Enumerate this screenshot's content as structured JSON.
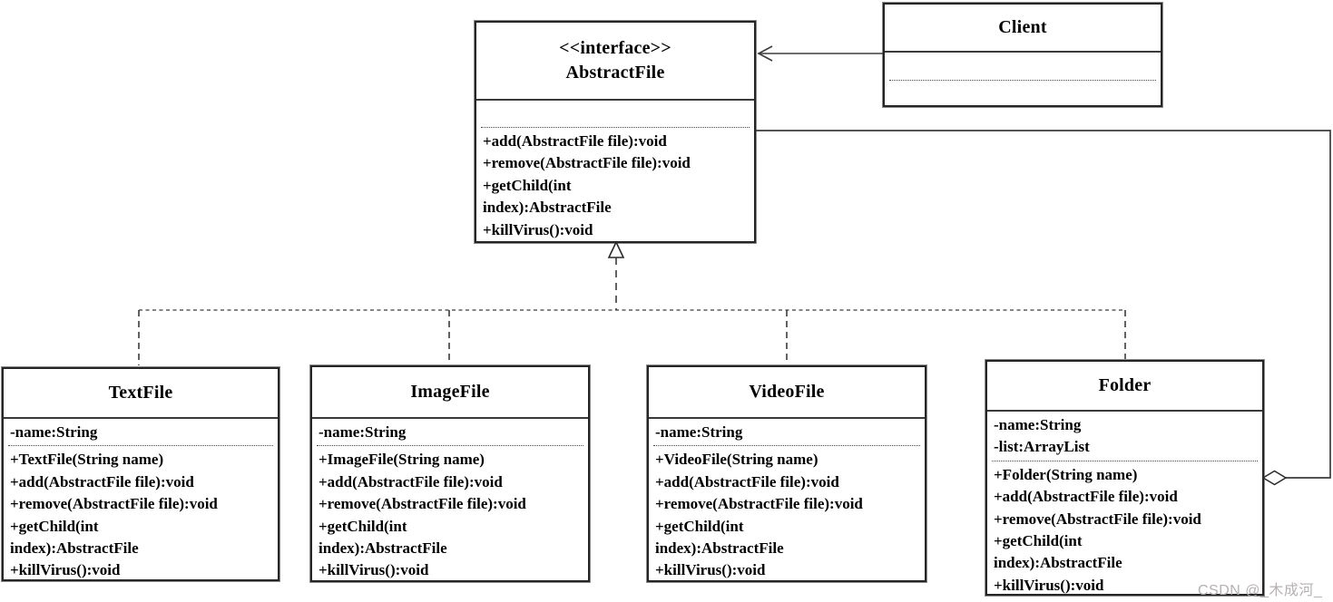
{
  "diagram_title": "Composite pattern UML class diagram",
  "colors": {
    "background": "#ffffff",
    "box_border": "#252525",
    "line": "#3c3c3c",
    "text": "#000000",
    "watermark": "#b7b0b0"
  },
  "classes": {
    "abstract_file": {
      "stereotype": "<<interface>>",
      "name": "AbstractFile",
      "attributes": [],
      "methods": [
        "+add(AbstractFile file):void",
        "+remove(AbstractFile file):void",
        "+getChild(int",
        "index):AbstractFile",
        "+killVirus():void"
      ]
    },
    "client": {
      "name": "Client",
      "attributes": [],
      "methods": []
    },
    "text_file": {
      "name": "TextFile",
      "attributes": [
        "-name:String"
      ],
      "methods": [
        "+TextFile(String name)",
        "+add(AbstractFile file):void",
        "+remove(AbstractFile file):void",
        "+getChild(int",
        "index):AbstractFile",
        "+killVirus():void"
      ]
    },
    "image_file": {
      "name": "ImageFile",
      "attributes": [
        "-name:String"
      ],
      "methods": [
        "+ImageFile(String name)",
        "+add(AbstractFile file):void",
        "+remove(AbstractFile file):void",
        "+getChild(int",
        "index):AbstractFile",
        "+killVirus():void"
      ]
    },
    "video_file": {
      "name": "VideoFile",
      "attributes": [
        "-name:String"
      ],
      "methods": [
        "+VideoFile(String name)",
        "+add(AbstractFile file):void",
        "+remove(AbstractFile file):void",
        "+getChild(int",
        "index):AbstractFile",
        "+killVirus():void"
      ]
    },
    "folder": {
      "name": "Folder",
      "attributes": [
        "-name:String",
        "-list:ArrayList"
      ],
      "methods": [
        "+Folder(String name)",
        "+add(AbstractFile file):void",
        "+remove(AbstractFile file):void",
        "+getChild(int",
        "index):AbstractFile",
        "+killVirus():void"
      ]
    }
  },
  "relationships": [
    {
      "type": "realization",
      "from": "TextFile",
      "to": "AbstractFile"
    },
    {
      "type": "realization",
      "from": "ImageFile",
      "to": "AbstractFile"
    },
    {
      "type": "realization",
      "from": "VideoFile",
      "to": "AbstractFile"
    },
    {
      "type": "realization",
      "from": "Folder",
      "to": "AbstractFile"
    },
    {
      "type": "association",
      "from": "Client",
      "to": "AbstractFile"
    },
    {
      "type": "aggregation",
      "owner": "Folder",
      "part": "AbstractFile"
    }
  ],
  "watermark": {
    "text": "CSDN @_木成河_"
  }
}
